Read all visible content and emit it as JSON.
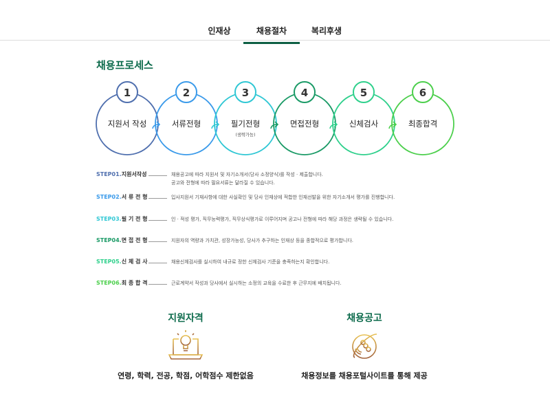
{
  "tabs": [
    {
      "label": "인재상"
    },
    {
      "label": "채용절차",
      "active": true
    },
    {
      "label": "복리후생"
    }
  ],
  "section_title": "채용프로세스",
  "process": [
    {
      "num": "1",
      "label": "지원서 작성",
      "color": "#4f6fae"
    },
    {
      "num": "2",
      "label": "서류전형",
      "color": "#3a9aea"
    },
    {
      "num": "3",
      "label": "필기전형",
      "sub": "(생략가능)",
      "color": "#2fc7d4"
    },
    {
      "num": "4",
      "label": "면접전형",
      "color": "#1a9a66"
    },
    {
      "num": "5",
      "label": "신체검사",
      "color": "#2fd08c"
    },
    {
      "num": "6",
      "label": "최종합격",
      "color": "#4ccf4c"
    }
  ],
  "steps": [
    {
      "code": "STEP01.",
      "name": "지원서작성",
      "desc": [
        "채용공고에 따라 지원서 및 자기소개서(당사 소정양식)를 작성 · 제출합니다.",
        "공고와 전형에 따라 필요서류는 달라질 수 있습니다."
      ]
    },
    {
      "code": "STEP02.",
      "name": "서 류 전 형",
      "desc": [
        "입사지원서 기재사항에 대한 사실확인 및 당사 인재상에 적합한 인재선발을 위한 자기소개서 평가를 진행합니다."
      ]
    },
    {
      "code": "STEP03.",
      "name": "필 기 전 형",
      "desc": [
        "인 · 적성 평가, 직무능력평가, 직무상식평가로 이루어지며 공고나 전형에 따라 해당 과정은 생략될 수 있습니다."
      ]
    },
    {
      "code": "STEP04.",
      "name": "면 접 전 형",
      "desc": [
        "지원자의 역량과 가치관, 성장가능성, 당사가 추구하는 인재상 등을 종합적으로 평가합니다."
      ]
    },
    {
      "code": "STEP05.",
      "name": "신 체 검 사",
      "desc": [
        "채용신체검사를 실시하여 내규로 정한 신체검사 기준을 충족하는지 확인합니다."
      ]
    },
    {
      "code": "STEP06.",
      "name": "최 종 합 격",
      "desc": [
        "근로계약서 작성과 당사에서 실시하는 소정의 교육을 수료한 후 근무지에 배치됩니다."
      ]
    }
  ],
  "qualification": {
    "title": "지원자격",
    "text": "연령, 학력, 전공, 학점, 어학점수 제한없음"
  },
  "notice": {
    "title": "채용공고",
    "text": "채용정보를 채용포털사이트를 통해 제공"
  }
}
